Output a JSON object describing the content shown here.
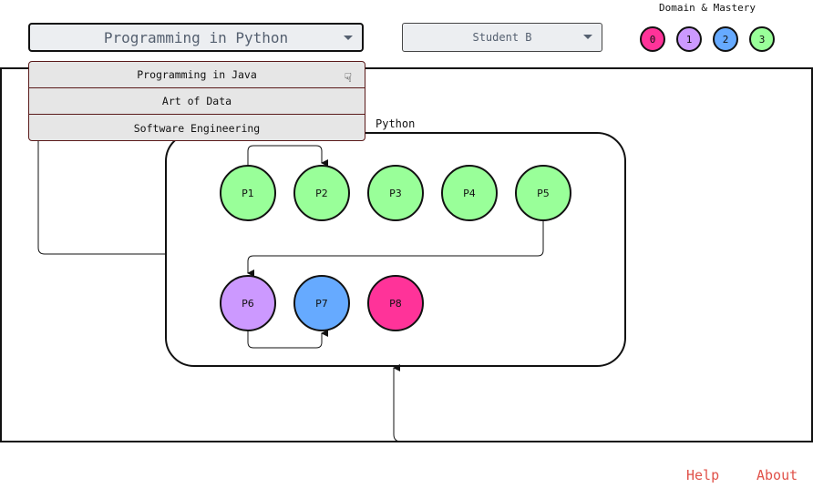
{
  "header": {
    "course_select": {
      "value": "Programming in Python"
    },
    "student_select": {
      "value": "Student B"
    }
  },
  "legend": {
    "title": "Domain & Mastery",
    "levels": [
      {
        "label": "0",
        "color": "#ff3399"
      },
      {
        "label": "1",
        "color": "#cc99ff"
      },
      {
        "label": "2",
        "color": "#66aaff"
      },
      {
        "label": "3",
        "color": "#99ff99"
      }
    ]
  },
  "dropdown": {
    "options": [
      "Programming in Java",
      "Art of Data",
      "Software Engineering"
    ]
  },
  "graph": {
    "group_label": "Python",
    "nodes": [
      {
        "label": "P1",
        "color": "#99ff99"
      },
      {
        "label": "P2",
        "color": "#99ff99"
      },
      {
        "label": "P3",
        "color": "#99ff99"
      },
      {
        "label": "P4",
        "color": "#99ff99"
      },
      {
        "label": "P5",
        "color": "#99ff99"
      },
      {
        "label": "P6",
        "color": "#cc99ff"
      },
      {
        "label": "P7",
        "color": "#66aaff"
      },
      {
        "label": "P8",
        "color": "#ff3399"
      }
    ]
  },
  "footer": {
    "help": "Help",
    "about": "About"
  }
}
